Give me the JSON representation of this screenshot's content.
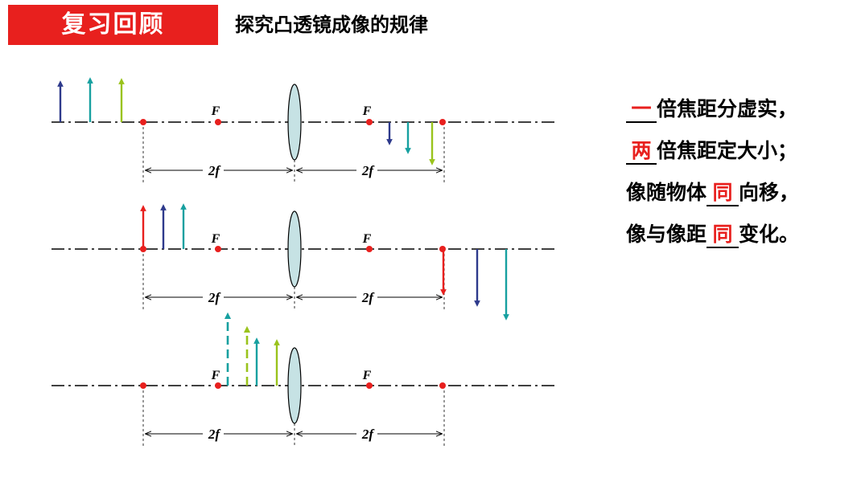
{
  "header": {
    "title": "复习回顾",
    "subtitle": "探究凸透镜成像的规律"
  },
  "diagram": {
    "focal_label": "F",
    "twof_label": "2f",
    "colors": {
      "axis": "#000000",
      "lens_fill": "#c6e2e4",
      "point": "#e8201e",
      "red": "#e8201e",
      "navy": "#2e3a8c",
      "teal": "#17a0a0",
      "lime": "#9ac31c"
    },
    "rows": [
      {
        "case": "u > 2f",
        "objects": [
          "navy",
          "teal",
          "lime"
        ],
        "images": [
          "navy",
          "teal",
          "lime"
        ],
        "image_type": "real inverted reduced"
      },
      {
        "case": "f < u < 2f",
        "objects": [
          "red",
          "navy",
          "teal"
        ],
        "images": [
          "red",
          "navy",
          "teal"
        ],
        "image_type": "real inverted enlarged"
      },
      {
        "case": "u < f",
        "objects": [
          "teal",
          "lime"
        ],
        "virtual_images": [
          "teal",
          "lime"
        ],
        "image_type": "virtual upright enlarged"
      }
    ]
  },
  "rules": [
    {
      "blank": "一",
      "text": "倍焦距分虚实，"
    },
    {
      "blank": "两",
      "text": "倍焦距定大小；"
    },
    {
      "prefix": "像随物体",
      "blank": "同",
      "text": "向移，"
    },
    {
      "prefix": "像与像距",
      "blank": "同",
      "text": "变化。"
    }
  ]
}
